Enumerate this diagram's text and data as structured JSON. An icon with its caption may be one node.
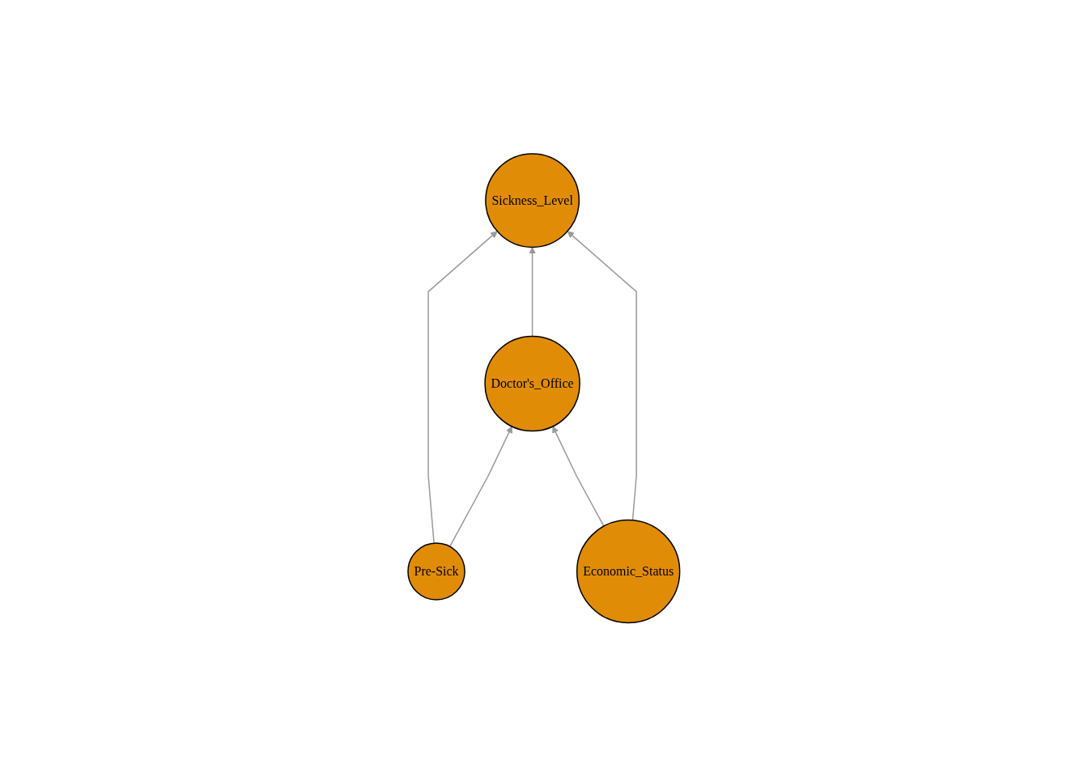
{
  "diagram": {
    "nodes": [
      {
        "text": [
          "Sickness_Level"
        ]
      },
      {
        "text": [
          "Pre-Sick"
        ]
      },
      {
        "text": [
          "Economic_Status"
        ]
      },
      {
        "text": [
          "Doctor's_Office"
        ]
      }
    ],
    "edges": [
      {
        "from": 1,
        "to": 0,
        "arrow": "to"
      },
      {
        "from": 3,
        "to": 0,
        "arrow": "to"
      },
      {
        "from": 2,
        "to": 0,
        "arrow": "to"
      },
      {
        "from": 1,
        "to": 3,
        "arrow": "to"
      },
      {
        "from": 2,
        "to": 3,
        "arrow": "to"
      }
    ]
  }
}
